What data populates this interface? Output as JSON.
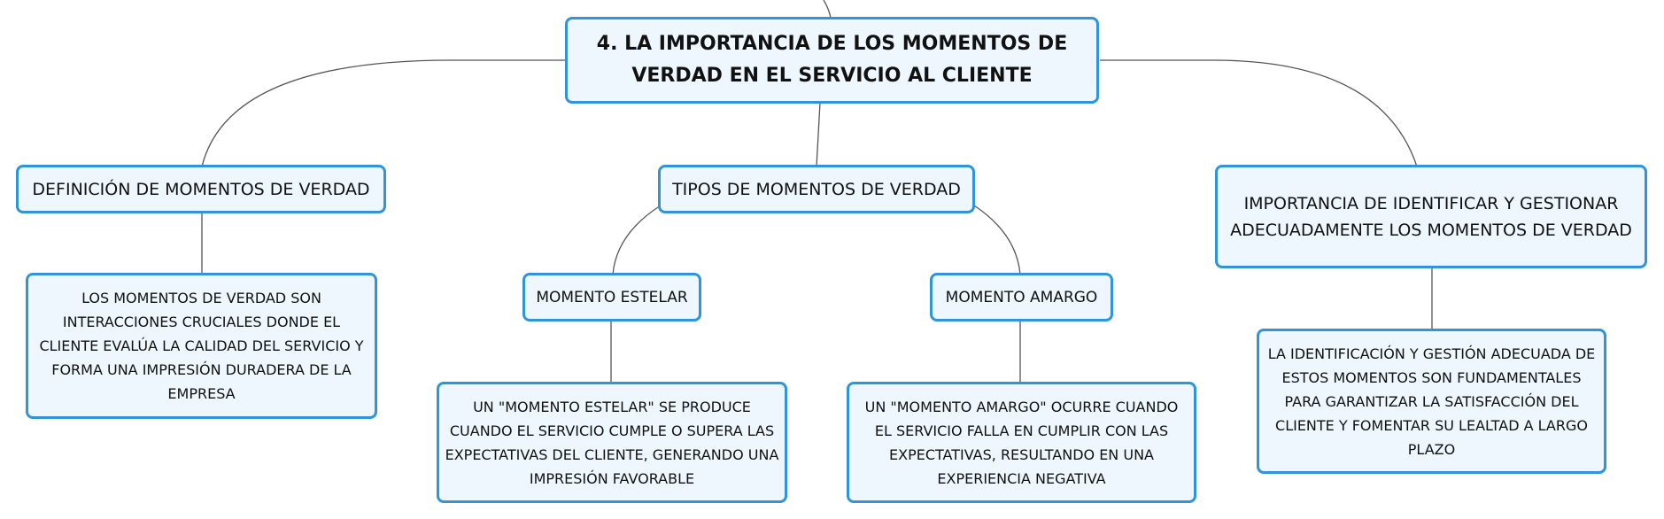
{
  "root": {
    "label": "4. LA IMPORTANCIA DE LOS MOMENTOS DE VERDAD EN EL SERVICIO AL CLIENTE"
  },
  "branches": [
    {
      "label": "DEFINICIÓN DE MOMENTOS DE VERDAD",
      "detail": "LOS MOMENTOS DE VERDAD SON INTERACCIONES CRUCIALES DONDE EL CLIENTE EVALÚA LA CALIDAD DEL SERVICIO Y FORMA UNA IMPRESIÓN DURADERA DE LA EMPRESA"
    },
    {
      "label": "TIPOS DE MOMENTOS DE VERDAD",
      "children": [
        {
          "label": "MOMENTO ESTELAR",
          "detail": "UN \"MOMENTO ESTELAR\" SE PRODUCE CUANDO EL SERVICIO CUMPLE O SUPERA LAS EXPECTATIVAS DEL CLIENTE, GENERANDO UNA IMPRESIÓN FAVORABLE"
        },
        {
          "label": "MOMENTO AMARGO",
          "detail": "UN \"MOMENTO AMARGO\" OCURRE CUANDO EL SERVICIO FALLA EN CUMPLIR CON LAS EXPECTATIVAS, RESULTANDO EN UNA EXPERIENCIA NEGATIVA"
        }
      ]
    },
    {
      "label": "IMPORTANCIA DE IDENTIFICAR Y GESTIONAR ADECUADAMENTE LOS MOMENTOS DE VERDAD",
      "detail": "LA IDENTIFICACIÓN Y GESTIÓN ADECUADA DE ESTOS MOMENTOS SON FUNDAMENTALES PARA GARANTIZAR LA SATISFACCIÓN DEL CLIENTE Y FOMENTAR SU LEALTAD A LARGO PLAZO"
    }
  ],
  "colors": {
    "node_fill": "#eef7fd",
    "node_border": "#2f95d8",
    "connector": "#555555",
    "text": "#111111"
  }
}
